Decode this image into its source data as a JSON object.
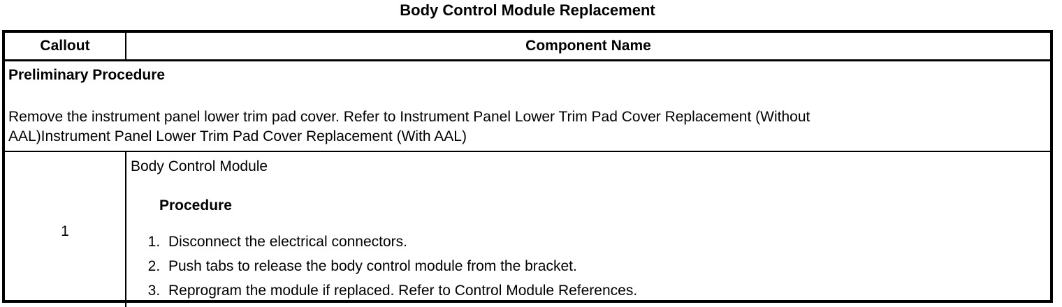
{
  "title": "Body Control Module Replacement",
  "table": {
    "header": {
      "callout": "Callout",
      "component": "Component Name"
    },
    "preliminary": {
      "heading": "Preliminary Procedure",
      "lines": [
        "Remove the instrument panel lower trim pad cover. Refer to Instrument Panel Lower Trim Pad Cover Replacement (Without",
        "AAL)Instrument Panel Lower Trim Pad Cover Replacement (With AAL)"
      ]
    },
    "rows": [
      {
        "callout": "1",
        "component": "Body Control Module",
        "procedure_heading": "Procedure",
        "steps": [
          "Disconnect the electrical connectors.",
          "Push tabs to release the body control module from the bracket.",
          "Reprogram the module if replaced. Refer to Control Module References."
        ]
      }
    ]
  },
  "colors": {
    "text": "#000000",
    "background": "#ffffff",
    "border": "#000000"
  }
}
